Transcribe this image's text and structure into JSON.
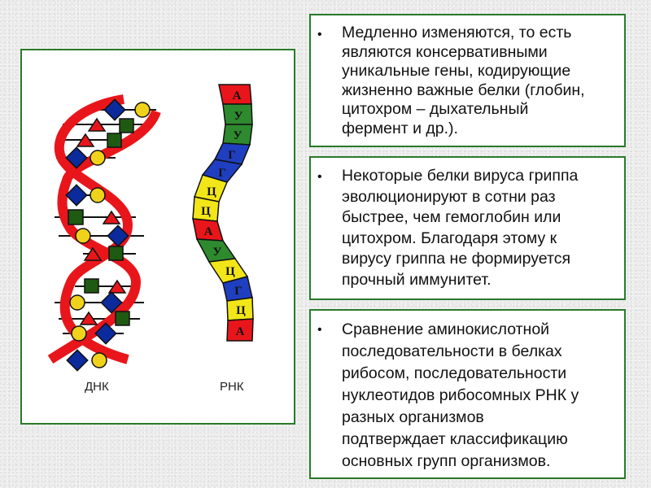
{
  "slide": {
    "image_panel": {
      "dna_label": "ДНК",
      "rna_label": "РНК",
      "rna_sequence": [
        {
          "letter": "А",
          "color": "#e8161b"
        },
        {
          "letter": "У",
          "color": "#2e8a2e"
        },
        {
          "letter": "У",
          "color": "#2e8a2e"
        },
        {
          "letter": "Г",
          "color": "#1f3fc0"
        },
        {
          "letter": "Г",
          "color": "#1f3fc0"
        },
        {
          "letter": "Ц",
          "color": "#f2e619"
        },
        {
          "letter": "Ц",
          "color": "#f2e619"
        },
        {
          "letter": "А",
          "color": "#e8161b"
        },
        {
          "letter": "У",
          "color": "#2e8a2e"
        },
        {
          "letter": "Ц",
          "color": "#f2e619"
        },
        {
          "letter": "Г",
          "color": "#1f3fc0"
        },
        {
          "letter": "Ц",
          "color": "#f2e619"
        },
        {
          "letter": "А",
          "color": "#e8161b"
        }
      ],
      "colors": {
        "strand": "#e8161b",
        "diamond": "#0b2a9c",
        "circle": "#f0d21a",
        "square": "#1f5a12",
        "triangle": "#e8161b"
      }
    },
    "bullets": [
      {
        "bullet": "•",
        "text": "Медленно изменяются, то есть\nявляются консервативными\nуникальные гены, кодирующие\nжизненно важные белки (глобин,\nцитохром – дыхательный\nфермент и др.)."
      },
      {
        "bullet": "•",
        "text": "Некоторые белки вируса гриппа\nэволюционируют в сотни раз\nбыстрее, чем гемоглобин или\nцитохром. Благодаря этому к\nвирусу гриппа не формируется\nпрочный иммунитет."
      },
      {
        "bullet": "•",
        "text": "Сравнение аминокислотной\nпоследовательности в белках\nрибосом, последовательности\nнуклеотидов рибосомных РНК у\nразных организмов\nподтверждает классификацию\nосновных групп организмов."
      }
    ],
    "border_color": "#2a7a2a"
  }
}
